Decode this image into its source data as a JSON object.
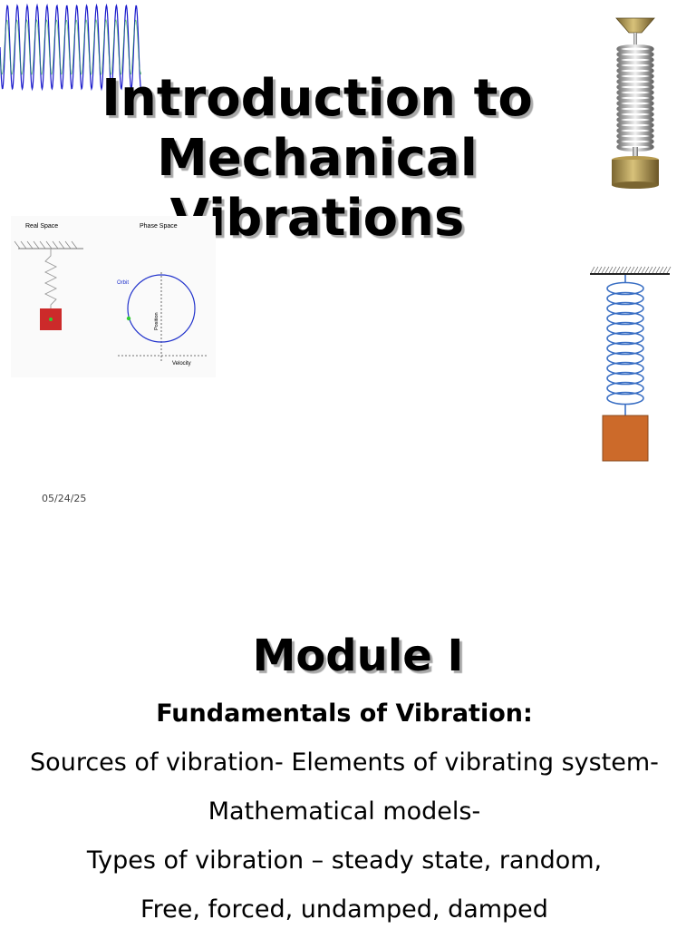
{
  "slide1": {
    "title_lines": [
      "Introduction to",
      "Mechanical",
      "Vibrations"
    ],
    "date": "05/24/25",
    "phase_figure": {
      "real_space_label": "Real Space",
      "phase_space_label": "Phase Space",
      "orbit_label": "Orbit",
      "position_label": "Position",
      "velocity_label": "Velocity"
    },
    "colors": {
      "wave": "#1a1acc",
      "wave_inner": "#2aa84a",
      "orbit": "#2233cc",
      "mass_red": "#cc2a2a",
      "dot_green": "#33cc33",
      "block_orange": "#cc6a2a",
      "coil_blue": "#3a6fc4"
    }
  },
  "slide2": {
    "heading": "Module I",
    "subheading": "Fundamentals of Vibration:",
    "lines": [
      "Sources of vibration- Elements of vibrating  system-",
      "Mathematical models-",
      "Types of vibration – steady state, random,",
      "Free, forced, undamped, damped"
    ]
  }
}
